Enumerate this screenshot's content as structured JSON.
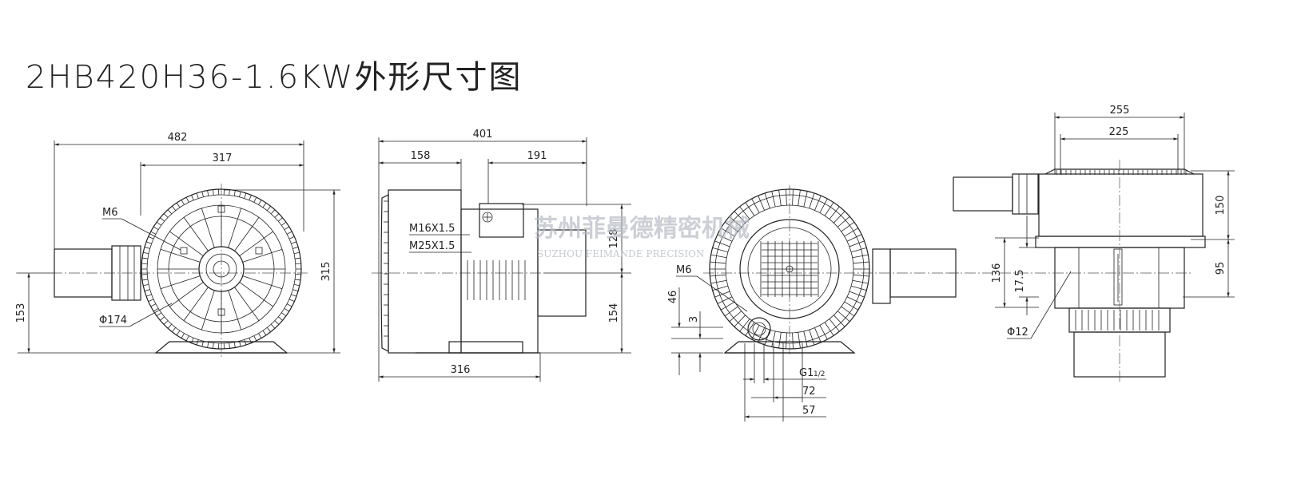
{
  "title": "2HB420H36-1.6KW外形尺寸图",
  "watermark": {
    "cn": "苏州菲曼德精密机械",
    "en": "SUZHOU FEIMANDE PRECISION"
  },
  "view1": {
    "d482": "482",
    "d317": "317",
    "d315": "315",
    "d153": "153",
    "m6": "M6",
    "phi174": "Φ174"
  },
  "view2": {
    "d401": "401",
    "d158": "158",
    "d191": "191",
    "d128": "128",
    "d154": "154",
    "d316": "316",
    "m16": "M16X1.5",
    "m25": "M25X1.5"
  },
  "view3": {
    "m6": "M6",
    "d46": "46",
    "d3": "3",
    "g": "G1",
    "gfrac": "1/2",
    "d72": "72",
    "d57": "57"
  },
  "view4": {
    "d255": "255",
    "d225": "225",
    "d150": "150",
    "d95": "95",
    "d136": "136",
    "d175": "17.5",
    "phi12": "Φ12"
  },
  "colors": {
    "line": "#222222",
    "watermark": "#b7bcc4"
  }
}
